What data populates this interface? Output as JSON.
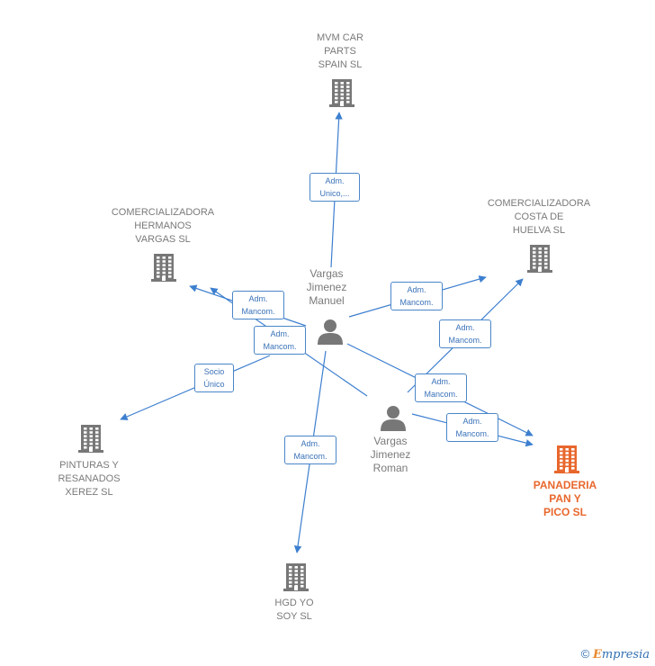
{
  "colors": {
    "edge": "#3d7fcf",
    "building": "#777777",
    "focus": "#e8672d",
    "person": "#777777"
  },
  "nodes": {
    "mvm": {
      "label": "MVM CAR\nPARTS\nSPAIN  SL",
      "icon": "building-icon"
    },
    "hermanos": {
      "label": "COMERCIALIZADORA\nHERMANOS\nVARGAS  SL",
      "icon": "building-icon"
    },
    "costa": {
      "label": "COMERCIALIZADORA\nCOSTA DE\nHUELVA  SL",
      "icon": "building-icon"
    },
    "manuel": {
      "label": "Vargas\nJimenez\nManuel",
      "icon": "person-icon"
    },
    "roman": {
      "label": "Vargas\nJimenez\nRoman",
      "icon": "person-icon"
    },
    "pinturas": {
      "label": "PINTURAS Y\nRESANADOS\nXEREZ  SL",
      "icon": "building-icon"
    },
    "panaderia": {
      "label": "PANADERIA\nPAN Y\nPICO  SL",
      "icon": "building-icon"
    },
    "hgd": {
      "label": "HGD YO\nSOY  SL",
      "icon": "building-icon"
    }
  },
  "edge_labels": {
    "e1": "Adm.\nUnico,...",
    "e2": "Adm.\nMancom.",
    "e3": "Adm.\nMancom.",
    "e4": "Adm.\nMancom.",
    "e5": "Socio\nÚnico",
    "e6": "Adm.\nMancom.",
    "e7": "Adm.\nMancom.",
    "e8": "Adm.\nMancom.",
    "e9": "Adm.\nMancom."
  },
  "footer": {
    "copyright": "©",
    "brand_first": "E",
    "brand_rest": "mpresia"
  }
}
